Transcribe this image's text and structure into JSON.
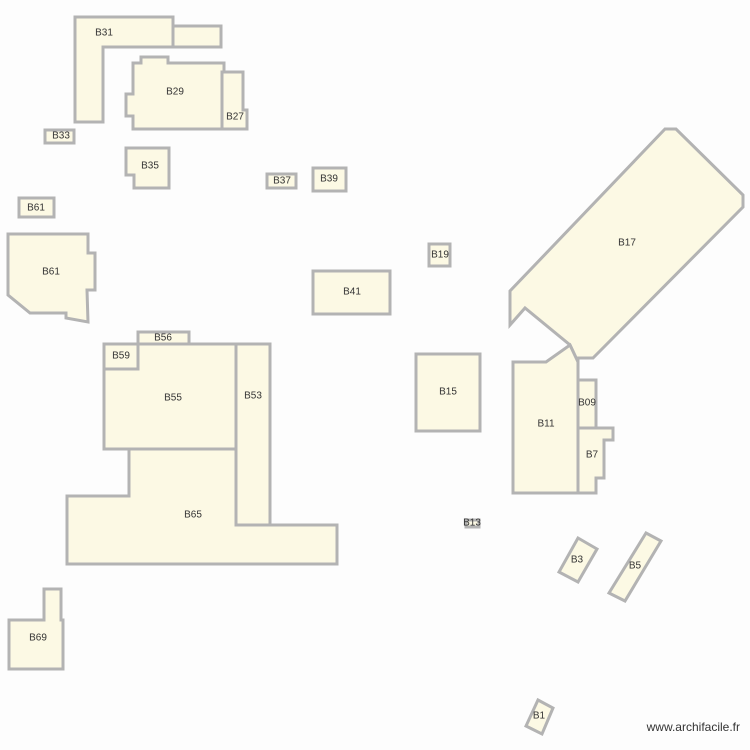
{
  "colors": {
    "room_fill": "#fcf9e4",
    "wall": "#b3b3b3",
    "label": "#333333",
    "background": "#fdfdfd"
  },
  "rooms": [
    "B31",
    "B29",
    "B27",
    "B33",
    "B35",
    "B37",
    "B39",
    "B61",
    "B61",
    "B41",
    "B19",
    "B17",
    "B56",
    "B59",
    "B55",
    "B53",
    "B65",
    "B15",
    "B11",
    "B09",
    "B7",
    "B13",
    "B3",
    "B5",
    "B69",
    "B1"
  ],
  "watermark": "www.archifacile.fr"
}
